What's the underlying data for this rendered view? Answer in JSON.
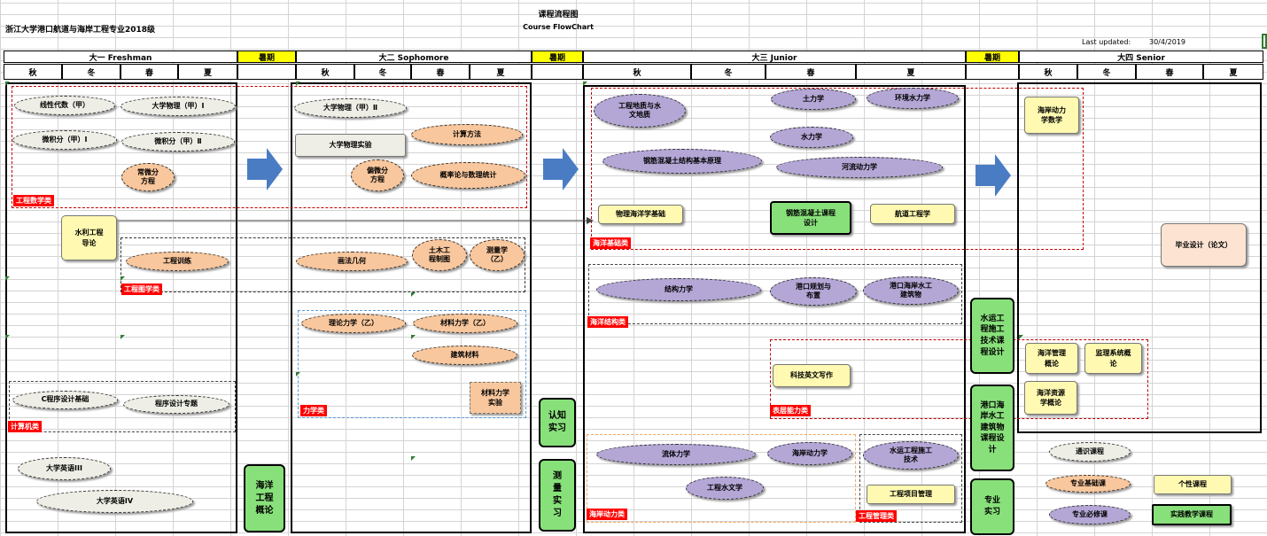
{
  "header": {
    "title": "课程流程图",
    "school": "浙江大学港口航道与海岸工程专业2018级",
    "subtitle": "Course FlowChart",
    "updated_label": "Last updated:",
    "updated_date": "30/4/2019"
  },
  "years": {
    "y1": "大一  Freshman",
    "y2": "大二  Sophomore",
    "y3": "大三  Junior",
    "y4": "大四  Senior",
    "summer": "暑期"
  },
  "seasons": {
    "autumn": "秋",
    "winter": "冬",
    "spring": "春",
    "summer": "夏"
  },
  "categories": {
    "math": "工程数学类",
    "drawing": "工程图学类",
    "computer": "计算机类",
    "mechanics": "力学类",
    "ocean_basic": "海洋基础类",
    "ocean_struct": "海洋结构类",
    "expression": "表层能力类",
    "ocean_dynamics": "海岸动力类",
    "eng_mgmt": "工程管理类"
  },
  "courses": {
    "c1": "线性代数（甲）",
    "c2": "大学物理（甲）Ⅰ",
    "c3": "微积分（甲）Ⅰ",
    "c4": "微积分（甲）Ⅱ",
    "c5": "常微分\n方程",
    "c6": "水利工程\n导论",
    "c7": "工程训练",
    "c8": "C程序设计基础",
    "c9": "程序设计专题",
    "c10": "大学英语III",
    "c11": "大学英语IV",
    "c12": "海洋\n工程\n概论",
    "d1": "大学物理（甲）Ⅱ",
    "d2": "大学物理实验",
    "d3": "计算方法",
    "d4": "偏微分\n方程",
    "d5": "概率论与数理统计",
    "d6": "画法几何",
    "d7": "土木工\n程制图",
    "d8": "测量学\n（乙）",
    "d9": "理论力学（乙）",
    "d10": "材料力学（乙）",
    "d11": "建筑材料",
    "d12": "材料力学\n实验",
    "d13": "认知\n实习",
    "d14": "测\n量\n实\n习",
    "e1": "工程地质与水\n文地质",
    "e2": "土力学",
    "e3": "环境水力学",
    "e4": "水力学",
    "e5": "钢筋混凝土结构基本原理",
    "e6": "河流动力学",
    "e7": "物理海洋学基础",
    "e8": "钢筋混凝土课程\n设计",
    "e9": "航道工程学",
    "e10": "结构力学",
    "e11": "港口规划与\n布置",
    "e12": "港口海岸水工\n建筑物",
    "e13": "科技英文写作",
    "e14": "流体力学",
    "e15": "海岸动力学",
    "e16": "工程水文学",
    "e17": "水运工程施工\n技术",
    "e18": "工程项目管理",
    "s1": "水运工\n程施工\n技术课\n程设计",
    "s2": "港口海\n岸水工\n建筑物\n课程设\n计",
    "s3": "专业\n实习",
    "f1": "海岸动力\n学数学",
    "f2": "毕业设计（论文）",
    "f3": "海洋管理\n概论",
    "f4": "监理系统概\n论",
    "f5": "海洋资源\n学概论"
  },
  "legend": {
    "general": "通识课程",
    "basic": "专业基础课",
    "personal": "个性课程",
    "required": "专业必修课",
    "practice": "实践教学课程"
  },
  "colors": {
    "orange": "#f9c79d",
    "purple": "#b4a7d6",
    "green": "#88e07a",
    "yellow": "#fff9b1",
    "blue_arrow": "#4a7cc4"
  }
}
